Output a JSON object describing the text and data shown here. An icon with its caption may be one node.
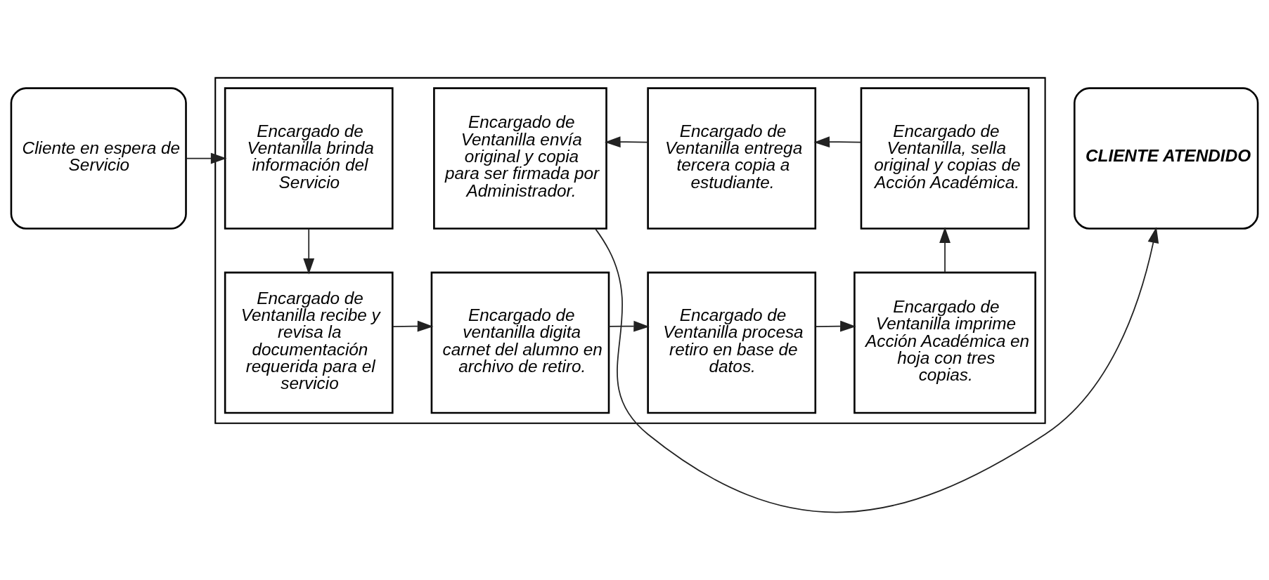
{
  "diagram": {
    "nodes": [
      {
        "text": [
          "Cliente en espera de Servicio"
        ]
      },
      {
        "text": [],
        "shape": "box"
      },
      {
        "text": [
          "Encargado de Ventanilla brinda información del Servicio"
        ],
        "in": 1
      },
      {
        "text": [
          "Encargado de Ventanilla recibe y revisa la documentación requerida para el servicio"
        ],
        "in": 1
      },
      {
        "text": [
          "Encargado de ventanilla digita carnet del alumno en archivo de retiro."
        ],
        "in": 1
      },
      {
        "text": [
          "Encargado de Ventanilla procesa retiro en base de datos."
        ],
        "in": 1
      },
      {
        "text": [
          "Encargado de Ventanilla imprime Acción Académica en hoja con tres copias."
        ],
        "in": 1
      },
      {
        "text": [
          "Encargado de Ventanilla, sella original y copias de Acción Académica."
        ],
        "in": 1
      },
      {
        "text": [
          "Encargado de Ventanilla entrega tercera copia a estudiante."
        ],
        "in": 1
      },
      {
        "text": [
          "Encargado de Ventanilla envía original y copia para ser firmada por Administrador."
        ],
        "in": 1
      },
      {
        "text": [
          "CLIENTE ATENDIDO"
        ]
      }
    ],
    "edges": [
      {
        "from": 0,
        "to": 2,
        "arrow": "to"
      },
      {
        "from": 2,
        "to": 3,
        "arrow": "to"
      },
      {
        "from": 3,
        "to": 4,
        "arrow": "to"
      },
      {
        "from": 4,
        "to": 5,
        "arrow": "to"
      },
      {
        "from": 5,
        "to": 6,
        "arrow": "to"
      },
      {
        "from": 6,
        "to": 7,
        "arrow": "to"
      },
      {
        "from": 7,
        "to": 8,
        "arrow": "to"
      },
      {
        "from": 8,
        "to": 9,
        "arrow": "to"
      },
      {
        "from": 9,
        "to": 10,
        "arrow": "to"
      }
    ]
  }
}
